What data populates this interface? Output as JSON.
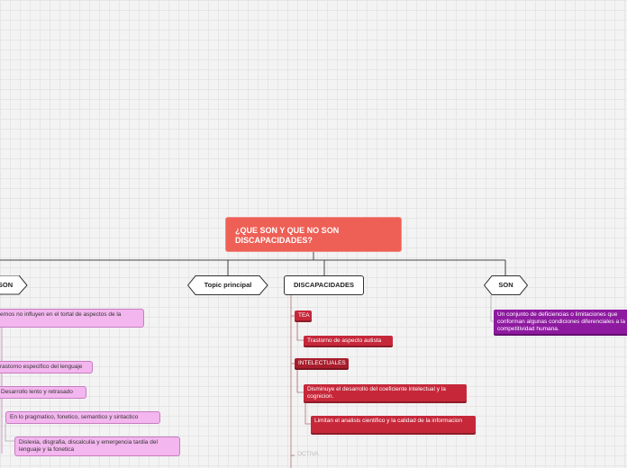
{
  "central": {
    "title": "¿QUE SON Y QUE NO SON DISCAPACIDADES?"
  },
  "topics": {
    "left": "SON",
    "topic_principal": "Topic principal",
    "discapacidades": "DISCAPACIDADES",
    "son_right": "SON"
  },
  "left_branch": [
    "ernos no influyen en el tortal de aspectos de la",
    "rastorno especifico del lenguaje",
    "Desarrollo lento y retrasado",
    "En lo pragmatico, fonetico, semantico y sintactico",
    "Dislexia, disgrafia, discalculia y emergencia tardia del lenguaje y la fonetica"
  ],
  "disc_branch": {
    "tea": "TEA",
    "tea_child": "Trastorno de aspecto autista",
    "intelectuales": "INTELECTUALES",
    "int_child_1": "Disminuye el desarrollo del coeficiente intelectual y la cognicion.",
    "int_child_2": "Limitan el analisis cientifico y la calidad de la informacion",
    "faded": "OCTIVA"
  },
  "right_branch": {
    "son_desc": "Un conjunto de deficiencias o limitaciones que conforman algunas condiciones diferenciales a la competitividad humana."
  }
}
